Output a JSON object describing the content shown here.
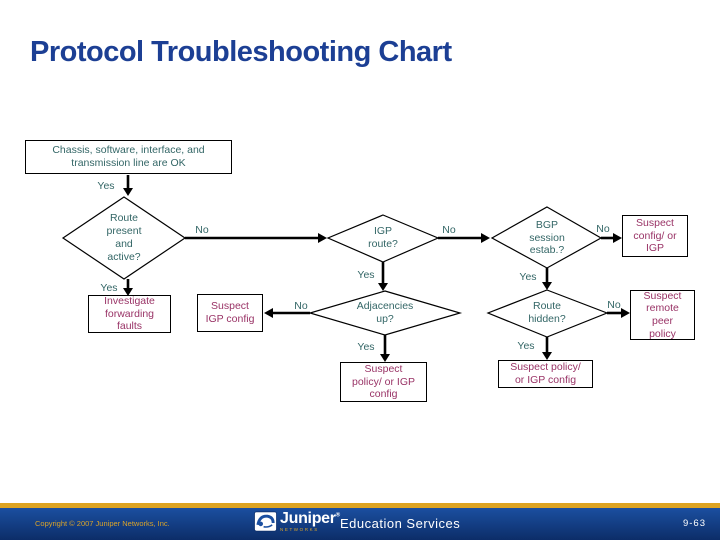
{
  "title": "Protocol Troubleshooting Chart",
  "flowchart": {
    "yes_label": "Yes",
    "no_label": "No",
    "nodes": {
      "start_box": "Chassis, software, interface, and\ntransmission line are OK",
      "route_present_diamond": "Route\npresent\nand\nactive?",
      "investigate_box": "Investigate\nforwarding\nfaults",
      "suspect_igp_box": "Suspect\nIGP config",
      "igp_route_diamond": "IGP\nroute?",
      "adjacencies_diamond": "Adjacencies\nup?",
      "bgp_session_diamond": "BGP\nsession\nestab.?",
      "suspect_config_igp_box": "Suspect\nconfig/ or\nIGP",
      "route_hidden_diamond": "Route\nhidden?",
      "suspect_remote_peer_box": "Suspect\nremote\npeer\npolicy",
      "suspect_policy_left_box": "Suspect\npolicy/ or IGP\nconfig",
      "suspect_policy_right_box": "Suspect policy/\nor IGP config"
    },
    "edges": [
      {
        "from": "start_box",
        "to": "route_present_diamond",
        "label": "Yes"
      },
      {
        "from": "route_present_diamond",
        "to": "igp_route_diamond",
        "label": "No"
      },
      {
        "from": "route_present_diamond",
        "to": "investigate_box",
        "label": "Yes"
      },
      {
        "from": "igp_route_diamond",
        "to": "bgp_session_diamond",
        "label": "No"
      },
      {
        "from": "igp_route_diamond",
        "to": "adjacencies_diamond",
        "label": "Yes"
      },
      {
        "from": "bgp_session_diamond",
        "to": "suspect_config_igp_box",
        "label": "No"
      },
      {
        "from": "bgp_session_diamond",
        "to": "route_hidden_diamond",
        "label": "Yes"
      },
      {
        "from": "adjacencies_diamond",
        "to": "suspect_igp_box",
        "label": "No"
      },
      {
        "from": "adjacencies_diamond",
        "to": "suspect_policy_left_box",
        "label": "Yes"
      },
      {
        "from": "route_hidden_diamond",
        "to": "suspect_remote_peer_box",
        "label": "No"
      },
      {
        "from": "route_hidden_diamond",
        "to": "suspect_policy_right_box",
        "label": "Yes"
      }
    ]
  },
  "footer": {
    "copyright": "Copyright © 2007 Juniper Networks, Inc.",
    "logo_text": "Juniper",
    "logo_mark": "®",
    "logo_sub": "NETWORKS",
    "division": "Education Services",
    "page_number": "9-63"
  },
  "colors": {
    "title": "#1C3F94",
    "question_text": "#336666",
    "action_text": "#993366",
    "footer_gold": "#DDA321",
    "footer_blue_top": "#1B4FA0",
    "footer_blue_bottom": "#0C2D68"
  }
}
